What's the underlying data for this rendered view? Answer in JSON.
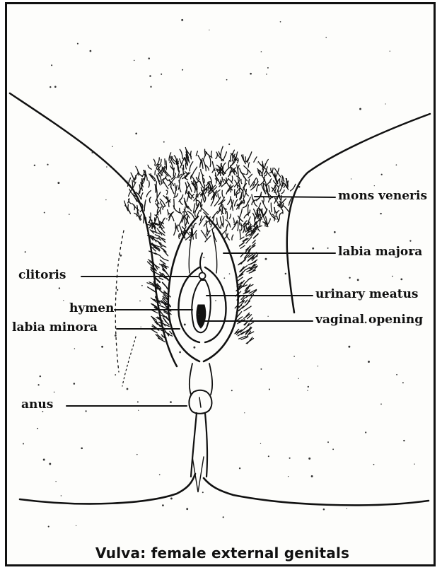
{
  "labels": {
    "mons_veneris": "mons veneris",
    "labia_majora": "labia majora",
    "clitoris": "clitoris",
    "urinary_meatus": "urinary meatus",
    "hymen": "hymen",
    "vaginal_opening": "vaginal opening",
    "labia_minora": "labia minora",
    "anus": "anus"
  },
  "caption": "Vulva: female external genitals",
  "colors": {
    "ink": "#111111",
    "paper": "#fdfdfb",
    "border": "#111111"
  }
}
